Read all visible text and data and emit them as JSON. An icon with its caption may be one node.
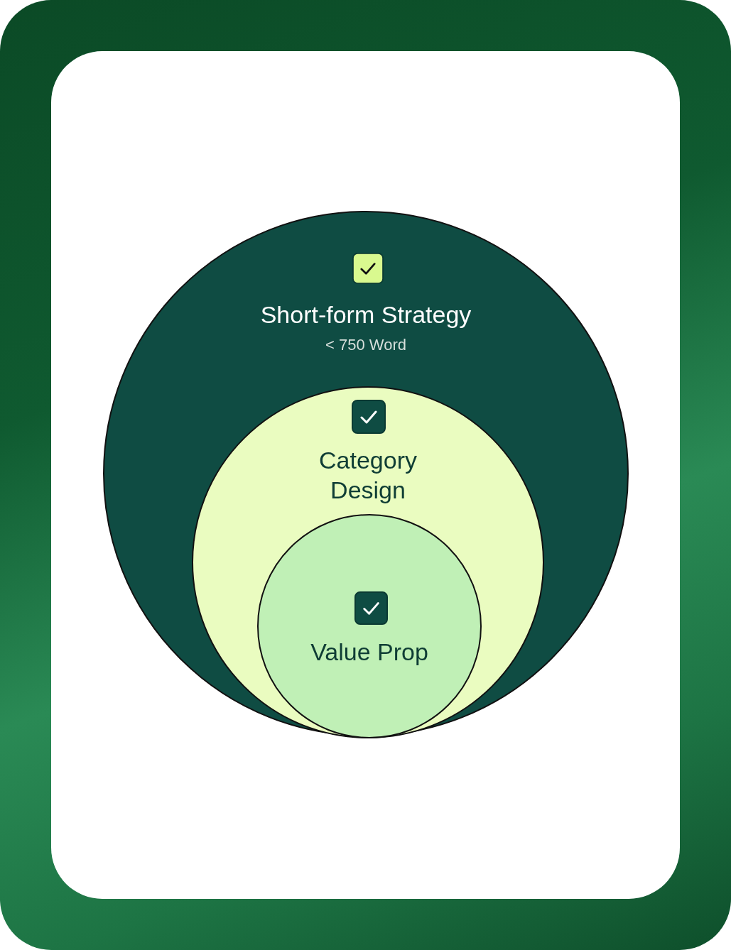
{
  "diagram": {
    "nodes": [
      {
        "text": [
          "Short-form Strategy",
          "< 750 Word"
        ]
      },
      {
        "text": [
          "Category Design"
        ],
        "in": 0
      },
      {
        "text": [
          "Value Prop"
        ],
        "in": 1
      }
    ]
  }
}
